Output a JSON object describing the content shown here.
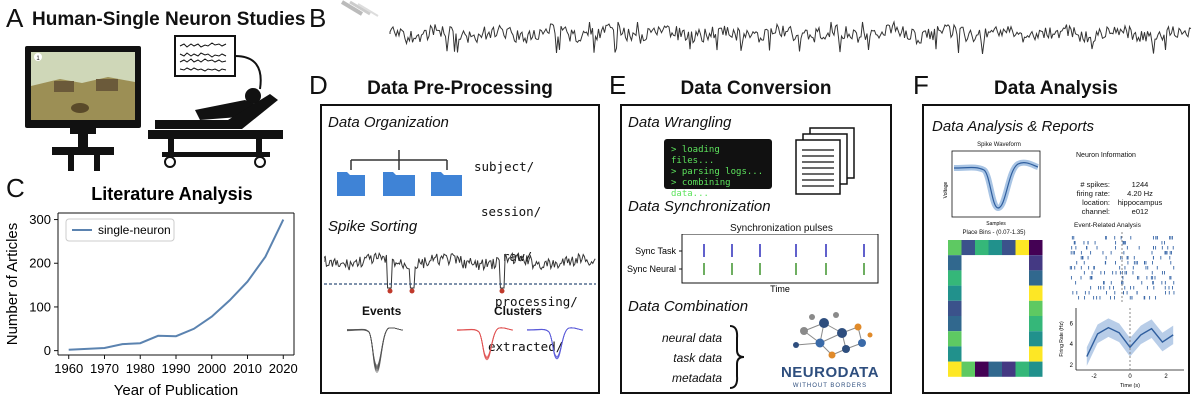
{
  "panel_a": {
    "letter": "A",
    "title": "Human-Single Neuron Studies",
    "screen_badge": "1"
  },
  "panel_b": {
    "letter": "B"
  },
  "panel_c": {
    "letter": "C",
    "chart_data": {
      "type": "line",
      "title": "Literature Analysis",
      "xlabel": "Year of Publication",
      "ylabel": "Number of Articles",
      "xlim": [
        1957,
        2023
      ],
      "ylim": [
        -10,
        315
      ],
      "xticks": [
        "1960",
        "1970",
        "1980",
        "1990",
        "2000",
        "2010",
        "2020"
      ],
      "yticks": [
        "0",
        "100",
        "200",
        "300"
      ],
      "series": [
        {
          "name": "single-neuron",
          "color": "#5b83b0",
          "x": [
            1960,
            1965,
            1970,
            1975,
            1980,
            1985,
            1990,
            1995,
            2000,
            2005,
            2010,
            2015,
            2020
          ],
          "y": [
            2,
            4,
            6,
            15,
            17,
            34,
            33,
            50,
            78,
            115,
            158,
            215,
            300
          ]
        }
      ],
      "legend": "top-left"
    }
  },
  "panel_d": {
    "letter": "D",
    "title": "Data Pre-Processing",
    "org_label": "Data Organization",
    "tree": [
      "subject/",
      "session/",
      "raw/",
      "processing/",
      "extracted/"
    ],
    "sort_label": "Spike Sorting",
    "events_label": "Events",
    "clusters_label": "Clusters",
    "cluster_colors": [
      "#e05050",
      "#5a5ad8"
    ]
  },
  "panel_e": {
    "letter": "E",
    "title": "Data Conversion",
    "wrangling_label": "Data Wrangling",
    "terminal_lines": [
      "> loading files...",
      "> parsing logs...",
      "> combining data..."
    ],
    "sync_label": "Data Synchronization",
    "sync_chart": {
      "title": "Synchronization pulses",
      "rows": [
        "Sync Task",
        "Sync Neural"
      ],
      "xlabel": "Time",
      "task_color": "#3a3ac0",
      "neural_color": "#4a9a3a"
    },
    "combination_label": "Data Combination",
    "combination_items": [
      "neural data",
      "task data",
      "metadata"
    ],
    "nwb_logo_top": "NEURODATA",
    "nwb_logo_bottom": "WITHOUT BORDERS"
  },
  "panel_f": {
    "letter": "F",
    "title": "Data Analysis",
    "reports_label": "Data Analysis & Reports",
    "waveform": {
      "title": "Spike Waveform",
      "xlabel": "Samples",
      "ylabel": "Voltage"
    },
    "neuron_info": {
      "title": "Neuron Information",
      "rows": [
        {
          "key": "# spikes:",
          "value": "1244"
        },
        {
          "key": "firing rate:",
          "value": "4.20 Hz"
        },
        {
          "key": "location:",
          "value": "hippocampus"
        },
        {
          "key": "channel:",
          "value": "e012"
        }
      ]
    },
    "place_bins_title": "Place Bins - (0.07-1.35)",
    "event_title": "Event-Related Analysis",
    "fr_chart": {
      "ylabel": "Firing Rate (Hz)",
      "xlabel": "Time (s)",
      "xticks": [
        "-2",
        "0",
        "2"
      ],
      "yticks": [
        "2",
        "4",
        "6"
      ],
      "x": [
        -2.4,
        -1.8,
        -1.2,
        -0.6,
        0,
        0.6,
        1.2,
        1.8,
        2.4
      ],
      "y": [
        2.8,
        5.0,
        5.6,
        5.1,
        3.7,
        4.9,
        5.5,
        4.2,
        4.9
      ]
    }
  }
}
